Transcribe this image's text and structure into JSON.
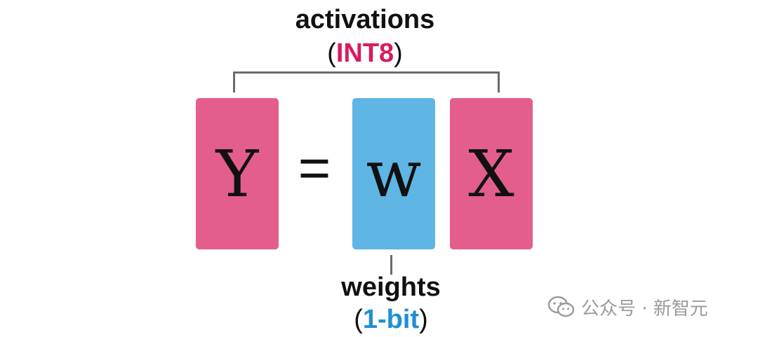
{
  "activations": {
    "title": "activations",
    "open_paren": "(",
    "type": "INT8",
    "close_paren": ")",
    "accent_color": "#d81b60"
  },
  "weights": {
    "title": "weights",
    "open_paren": "(",
    "type": "1-bit",
    "close_paren": ")",
    "accent_color": "#1e8fd6"
  },
  "equation": {
    "output": "Y",
    "equals": "=",
    "weight": "w",
    "input": "X",
    "activation_box_color": "#e35e8d",
    "weight_box_color": "#5fb5e3"
  },
  "watermark": {
    "icon": "wechat-icon",
    "text": "公众号 · 新智元"
  }
}
